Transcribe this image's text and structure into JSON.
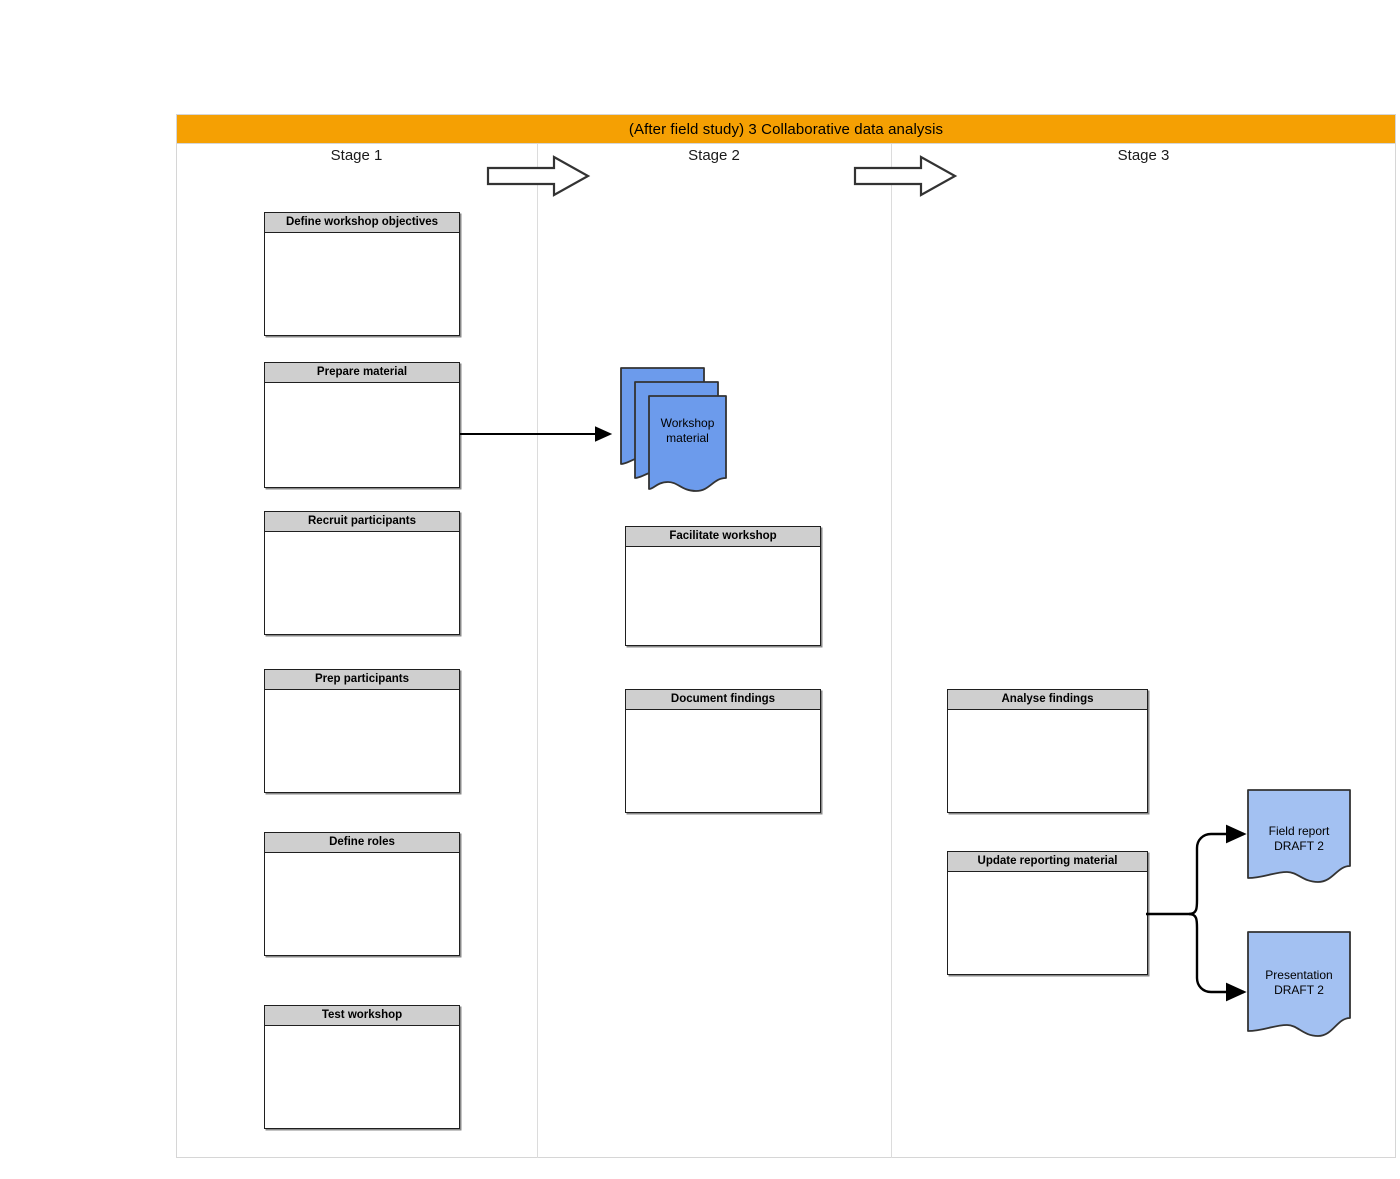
{
  "diagram": {
    "title": "(After field study) 3 Collaborative data analysis",
    "header_color": "#f5a003",
    "stages": [
      {
        "label": "Stage 1"
      },
      {
        "label": "Stage 2"
      },
      {
        "label": "Stage 3"
      }
    ],
    "flow_arrows": [
      {
        "name": "stage1-to-stage2-arrow"
      },
      {
        "name": "stage2-to-stage3-arrow"
      }
    ],
    "stage1_boxes": [
      {
        "title": "Define workshop objectives",
        "body": ""
      },
      {
        "title": "Prepare material",
        "body": ""
      },
      {
        "title": "Recruit participants",
        "body": ""
      },
      {
        "title": "Prep participants",
        "body": ""
      },
      {
        "title": "Define roles",
        "body": ""
      },
      {
        "title": "Test workshop",
        "body": ""
      }
    ],
    "stage2_boxes": [
      {
        "title": "Facilitate workshop",
        "body": ""
      },
      {
        "title": "Document findings",
        "body": ""
      }
    ],
    "stage3_boxes": [
      {
        "title": "Analyse findings",
        "body": ""
      },
      {
        "title": "Update reporting material",
        "body": ""
      }
    ],
    "documents": [
      {
        "name": "workshop-material-document",
        "label": "Workshop\nmaterial",
        "color": "#6c9bec",
        "stacked": true
      },
      {
        "name": "field-report-draft-2-document",
        "label": "Field report\nDRAFT 2",
        "color": "#a3c1f2",
        "stacked": false
      },
      {
        "name": "presentation-draft-2-document",
        "label": "Presentation\nDRAFT 2",
        "color": "#a3c1f2",
        "stacked": false
      }
    ],
    "connectors": [
      {
        "name": "prepare-material-to-workshop-material-connector"
      },
      {
        "name": "update-reporting-to-field-report-connector"
      },
      {
        "name": "update-reporting-to-presentation-connector"
      }
    ]
  }
}
